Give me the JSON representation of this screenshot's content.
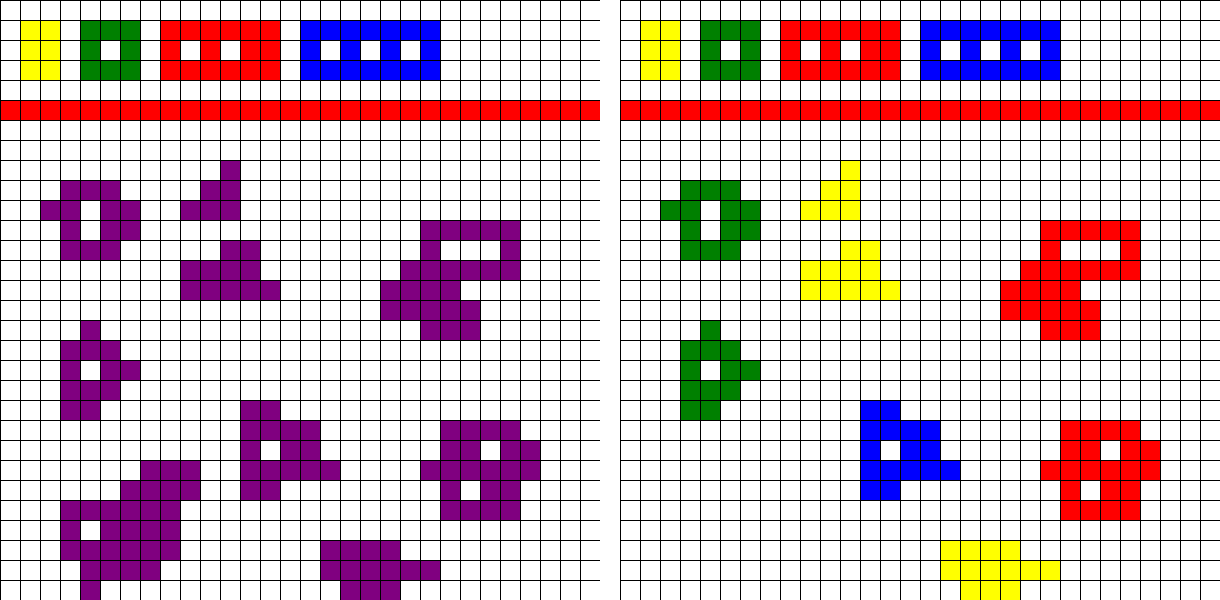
{
  "puzzle": {
    "cols": 30,
    "rows": 30,
    "colors": {
      "1": "#ffff00",
      "2": "#008000",
      "3": "#ff0000",
      "4": "#0000ff",
      "5": "#800080"
    },
    "grid_line_color": "#000000",
    "background": "#ffffff",
    "panels": [
      {
        "id": "input",
        "rows": [
          "000000000000000000000000000000",
          "011022203333330444444400000000",
          "011020203030330404040400000000",
          "011022203333330444444400000000",
          "000000000000000000000000000000",
          "333333333333333333333333333333",
          "000000000000000000000000000000",
          "000000000000000000000000000000",
          "000000000005000000000000000000",
          "000555000055000000000000000000",
          "005505500555000000000000000000",
          "000505500000000000000555550000",
          "000555000005500000000500050000",
          "000000000555500000005555550000",
          "000000000555550000055550000000",
          "000000000000000000055555000000",
          "000050000000000000000555000000",
          "000555000000000000000000000000",
          "000505500000000000000000000000",
          "000555000000000000000000000000",
          "000550000000550000000000000000",
          "000000000000555500000055550000",
          "000000000000505500000055055000",
          "000000055500555550000555555000",
          "000000555500550000000050550000",
          "000555555000000000000055550000",
          "000505555000000000000000000000",
          "000555555000000055550000000000",
          "000055550000000055555500000000",
          "000050000000000005550000000000"
        ]
      },
      {
        "id": "output",
        "rows": [
          "000000000000000000000000000000",
          "011022203333330444444400000000",
          "011020203030330404040400000000",
          "011022203333330444444400000000",
          "000000000000000000000000000000",
          "333333333333333333333333333333",
          "000000000000000000000000000000",
          "000000000000000000000000000000",
          "000000000001000000000000000000",
          "000222000011000000000000000000",
          "002202200111000000000000000000",
          "000202200000000000000333330000",
          "000222000001100000000300030000",
          "000000000111100000003333330000",
          "000000000111110000033330000000",
          "000000000000000000033333000000",
          "000020000000000000000333000000",
          "000222000000000000000000000000",
          "000202200000000000000000000000",
          "000222000000000000000000000000",
          "000220000000440000000000000000",
          "000000000000444400000033330000",
          "000000000000404400000033033000",
          "000000000000444440000333333000",
          "000000000000440000000030330000",
          "000000000000000000000033330000",
          "000000000000000000000000000000",
          "000000000000000011110000000000",
          "000000000000000011111100000000",
          "000000000000000001110000000000"
        ]
      }
    ]
  }
}
